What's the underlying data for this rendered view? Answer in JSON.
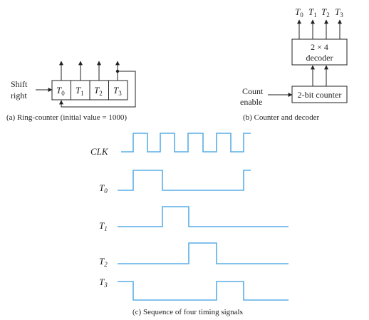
{
  "ring_counter": {
    "input_label_line1": "Shift",
    "input_label_line2": "right",
    "cells": [
      {
        "letter": "T",
        "sub": "0"
      },
      {
        "letter": "T",
        "sub": "1"
      },
      {
        "letter": "T",
        "sub": "2"
      },
      {
        "letter": "T",
        "sub": "3"
      }
    ],
    "caption": "(a) Ring-counter (initial value = 1000)"
  },
  "counter_decoder": {
    "outputs": [
      {
        "letter": "T",
        "sub": "0"
      },
      {
        "letter": "T",
        "sub": "1"
      },
      {
        "letter": "T",
        "sub": "2"
      },
      {
        "letter": "T",
        "sub": "3"
      }
    ],
    "decoder_line1": "2 × 4",
    "decoder_line2": "decoder",
    "counter_label": "2-bit counter",
    "enable_line1": "Count",
    "enable_line2": "enable",
    "caption": "(b) Counter and decoder"
  },
  "timing": {
    "caption": "(c) Sequence of four timing signals",
    "wave_color": "#5aaee6",
    "signals": [
      {
        "name": "CLK",
        "letter": "CLK",
        "sub": "",
        "levels": [
          0,
          1,
          0,
          1,
          0,
          1,
          0,
          1,
          0,
          1,
          0
        ]
      },
      {
        "name": "T0",
        "letter": "T",
        "sub": "0",
        "levels": [
          0,
          1,
          0,
          0,
          0,
          1
        ]
      },
      {
        "name": "T1",
        "letter": "T",
        "sub": "1",
        "levels": [
          0,
          1,
          0,
          0,
          0,
          0
        ]
      },
      {
        "name": "T2",
        "letter": "T",
        "sub": "2",
        "levels": [
          0,
          1,
          0,
          0,
          0,
          0
        ]
      },
      {
        "name": "T3",
        "letter": "T",
        "sub": "3",
        "levels": [
          1,
          0,
          0,
          0,
          1,
          0
        ]
      }
    ]
  }
}
